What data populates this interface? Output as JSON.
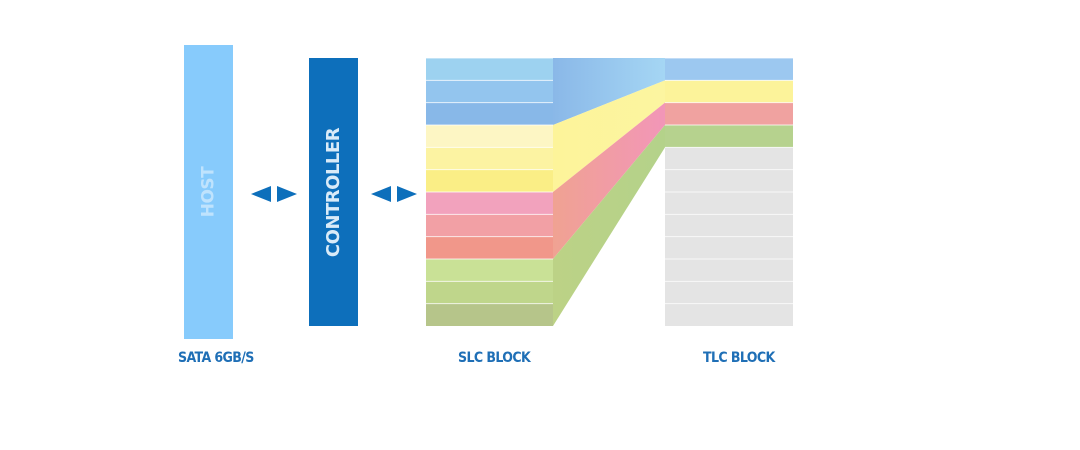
{
  "labels": {
    "host": "HOST",
    "controller": "CONTROLLER",
    "sata": "SATA 6GB/S",
    "slc_block": "SLC BLOCK",
    "tlc_block": "TLC BLOCK"
  },
  "colors": {
    "host_bar": "#87cbfc",
    "controller_bar": "#0d6fbb",
    "caption": "#1f6fb6",
    "arrow": "#0d6fbb",
    "empty_cell": "#e4e4e4"
  },
  "slc_block": {
    "cells": [
      "#9dd2f0",
      "#93c5ee",
      "#88b8e8",
      "#fdf6c4",
      "#fcf3a2",
      "#faee86",
      "#f2a2bd",
      "#f2a0a5",
      "#f1978a",
      "#c9e196",
      "#bfd68b",
      "#b6c58a"
    ]
  },
  "tlc_block": {
    "cells": [
      "#9cc8f0",
      "#fcf39a",
      "#f0a2a0",
      "#b6d28e",
      "#e4e4e4",
      "#e4e4e4",
      "#e4e4e4",
      "#e4e4e4",
      "#e4e4e4",
      "#e4e4e4",
      "#e4e4e4",
      "#e4e4e4"
    ]
  },
  "bands": [
    {
      "name": "blue-band",
      "from": "#8ab8e8",
      "to": "#a5d6f4"
    },
    {
      "name": "yellow-band",
      "from": "#fdf49a",
      "to": "#fcf5a0"
    },
    {
      "name": "pink-band",
      "from": "#f0a292",
      "to": "#f296b8"
    },
    {
      "name": "green-band",
      "from": "#bcd286",
      "to": "#b4d28a"
    }
  ]
}
